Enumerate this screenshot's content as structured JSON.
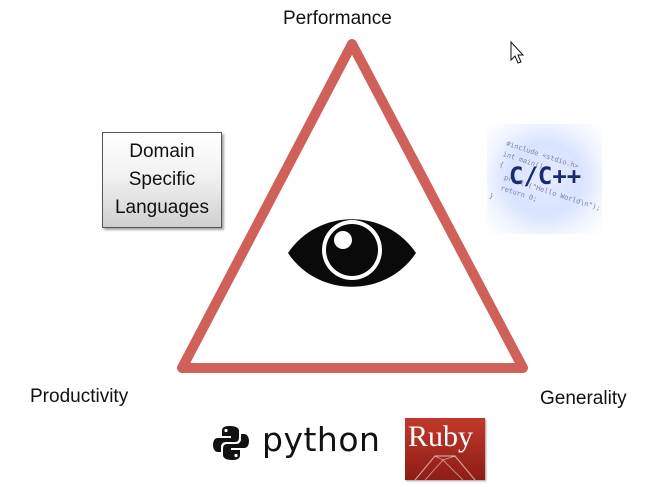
{
  "labels": {
    "top": "Performance",
    "left": "Productivity",
    "right": "Generality"
  },
  "dsl_box": {
    "lines": [
      "Domain",
      "Specific",
      "Languages"
    ]
  },
  "c_logo": {
    "title": "C/C++",
    "code_lines": [
      "#include <stdio.h>",
      "int main()",
      "{",
      "  printf(\"Hello World\\n\");",
      "  return 0;",
      "}"
    ]
  },
  "python_logo": {
    "word": "python"
  },
  "ruby_logo": {
    "word": "Ruby"
  },
  "colors": {
    "triangle_stroke": "#d0605a",
    "eye": "#0a0a0a"
  },
  "icons": {
    "center": "eye-icon",
    "pointer": "mouse-cursor-icon",
    "python": "python-snake-icon"
  }
}
